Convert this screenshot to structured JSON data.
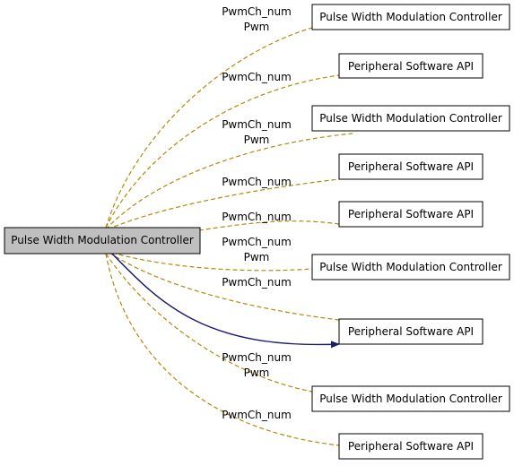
{
  "center_node": {
    "label": "Pulse Width Modulation Controller"
  },
  "nodes": [
    {
      "label": "Pulse Width Modulation Controller"
    },
    {
      "label": "Peripheral Software API"
    },
    {
      "label": "Pulse Width Modulation Controller"
    },
    {
      "label": "Peripheral Software API"
    },
    {
      "label": "Peripheral Software API"
    },
    {
      "label": "Pulse Width Modulation Controller"
    },
    {
      "label": "Peripheral Software API"
    },
    {
      "label": "Pulse Width Modulation Controller"
    },
    {
      "label": "Peripheral Software API"
    }
  ],
  "edge_labels": [
    {
      "line1": "PwmCh_num",
      "line2": "Pwm"
    },
    {
      "line1": "PwmCh_num",
      "line2": ""
    },
    {
      "line1": "PwmCh_num",
      "line2": "Pwm"
    },
    {
      "line1": "PwmCh_num",
      "line2": ""
    },
    {
      "line1": "PwmCh_num",
      "line2": ""
    },
    {
      "line1": "PwmCh_num",
      "line2": "Pwm"
    },
    {
      "line1": "PwmCh_num",
      "line2": ""
    },
    {
      "line1": "PwmCh_num",
      "line2": "Pwm"
    },
    {
      "line1": "PwmCh_num",
      "line2": ""
    }
  ],
  "colors": {
    "dashed_edge": "#b8860b",
    "solid_edge": "#1a1a6e",
    "center_fill": "#bfbfbf"
  }
}
